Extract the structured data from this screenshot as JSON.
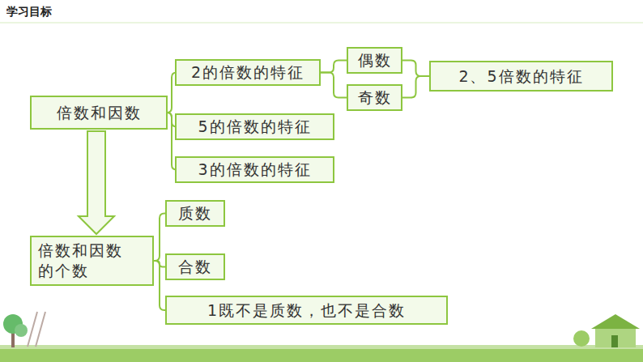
{
  "diagram": {
    "title": "学习目标",
    "nodes": [
      {
        "text": [
          "倍数和因数"
        ]
      },
      {
        "text": [
          "2的倍数的特征"
        ]
      },
      {
        "text": [
          "偶数"
        ]
      },
      {
        "text": [
          "奇数"
        ]
      },
      {
        "text": [
          "2、5倍数的特征"
        ]
      },
      {
        "text": [
          "5的倍数的特征"
        ]
      },
      {
        "text": [
          "3的倍数的特征"
        ]
      },
      {
        "text": [
          "倍数和因数 的个数"
        ]
      },
      {
        "text": [
          "质数"
        ]
      },
      {
        "text": [
          "合数"
        ]
      },
      {
        "text": [
          "1既不是质数，也不是合数"
        ]
      }
    ],
    "edges": [
      {
        "from": 0,
        "to": 1,
        "arrow": "none"
      },
      {
        "from": 0,
        "to": 5,
        "arrow": "none"
      },
      {
        "from": 0,
        "to": 6,
        "arrow": "none"
      },
      {
        "from": 1,
        "to": 2,
        "arrow": "none"
      },
      {
        "from": 1,
        "to": 3,
        "arrow": "none"
      },
      {
        "from": 2,
        "to": 4,
        "arrow": "none"
      },
      {
        "from": 3,
        "to": 4,
        "arrow": "none"
      },
      {
        "from": 0,
        "to": 7,
        "arrow": "to"
      },
      {
        "from": 7,
        "to": 8,
        "arrow": "none"
      },
      {
        "from": 7,
        "to": 9,
        "arrow": "none"
      },
      {
        "from": 7,
        "to": 10,
        "arrow": "none"
      }
    ]
  }
}
